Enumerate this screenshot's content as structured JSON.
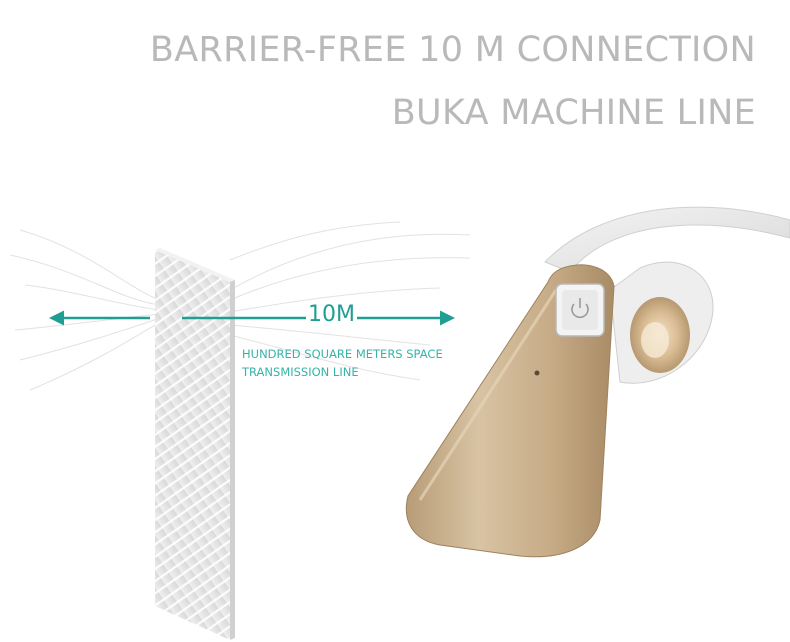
{
  "headline": {
    "line1": "BARRIER-FREE 10 M CONNECTION",
    "line2": "BUKA MACHINE LINE"
  },
  "diagram": {
    "distance_label": "10M",
    "caption_line1": "HUNDRED SQUARE METERS SPACE",
    "caption_line2": "TRANSMISSION LINE"
  },
  "icons": {
    "headset_button": "power-icon",
    "arrow": "double-headed-arrow-icon"
  },
  "colors": {
    "headline": "#b9b9b9",
    "accent": "#1f9f94",
    "caption": "#35b3a8",
    "headset_body": "#c9b08c",
    "wall": "#e3e3e3"
  }
}
